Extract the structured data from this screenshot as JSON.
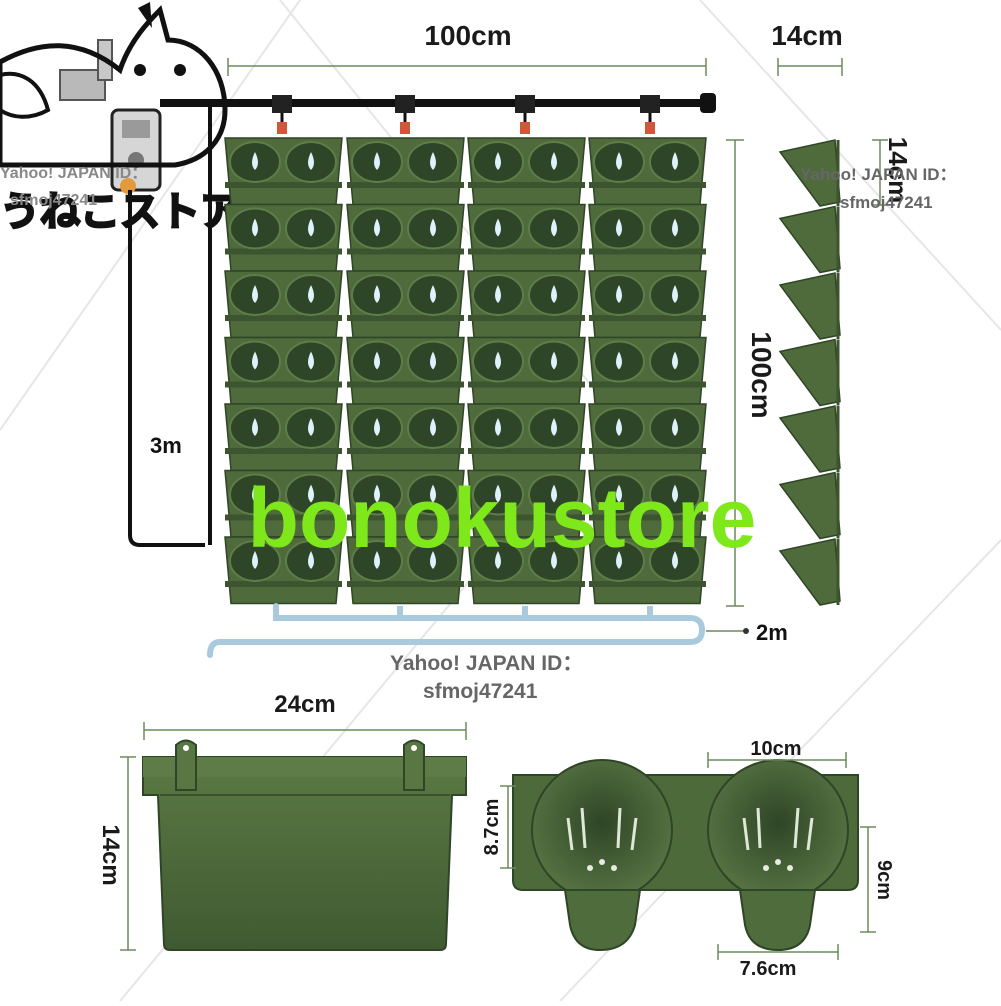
{
  "dimensions": {
    "wall_width": "100cm",
    "module_depth": "14cm",
    "side_height": "14cm",
    "wall_height": "100cm",
    "tube_main": "3m",
    "tube_bottom": "2m",
    "pot_width": "24cm",
    "pot_height": "14cm",
    "cup_width": "10cm",
    "cup_depth": "8.7cm",
    "cup_height": "9cm",
    "cup_bottom": "7.6cm"
  },
  "watermarks": {
    "id_line1": "Yahoo! JAPAN ID：",
    "id_line2": "sfmoj47241",
    "store_logo": "うねこストア",
    "overlay": "bonokustore"
  },
  "colors": {
    "pot_green": "#4f6b3b",
    "pot_dark": "#3c5530",
    "overlay_text": "#7ee81b",
    "dim_line": "#6a8a5a"
  }
}
